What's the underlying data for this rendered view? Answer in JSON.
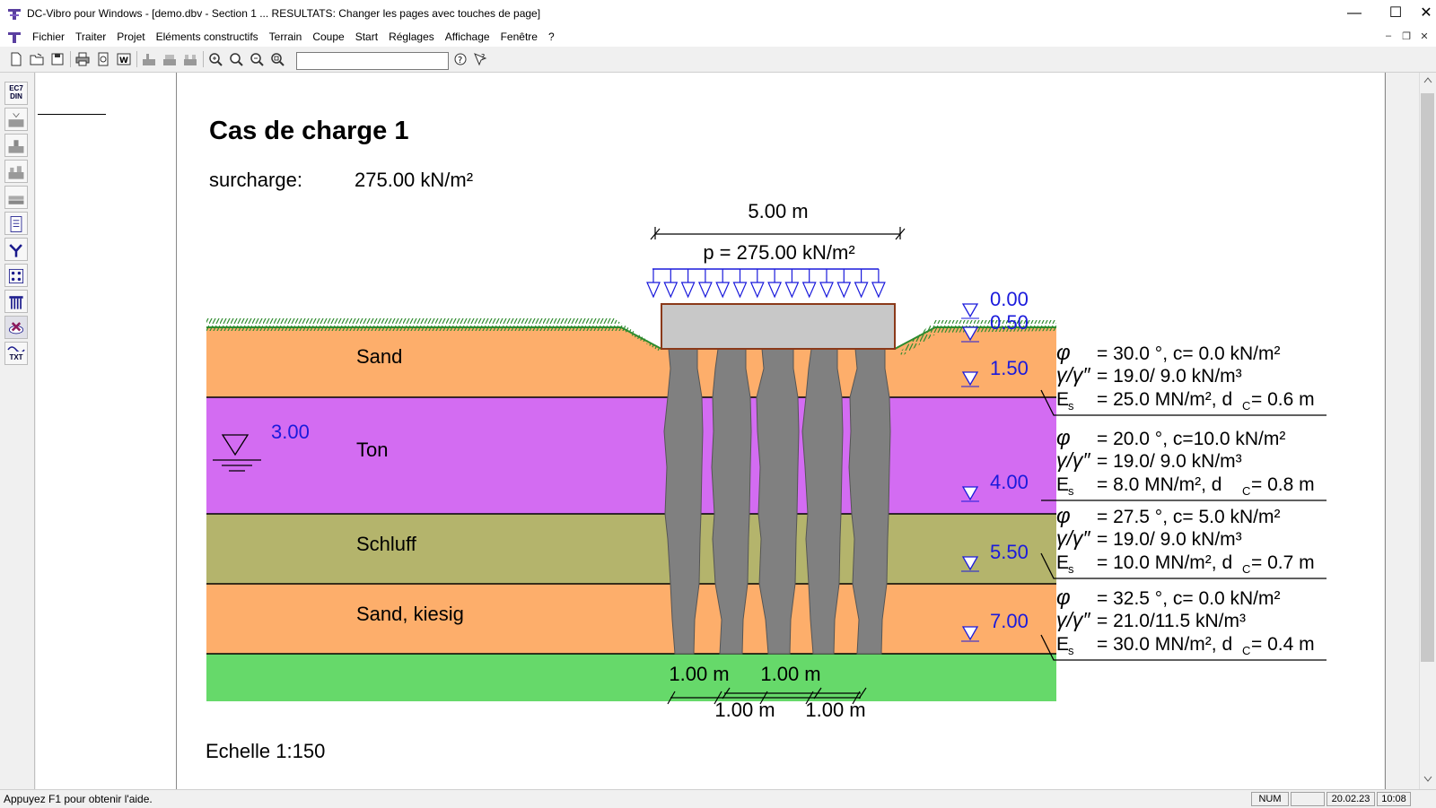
{
  "window": {
    "title": "DC-Vibro pour Windows - [demo.dbv - Section 1 ... RESULTATS: Changer les pages avec touches de page]",
    "minimize": "—",
    "maximize": "☐",
    "close": "✕"
  },
  "menu": {
    "items": [
      "Fichier",
      "Traiter",
      "Projet",
      "Eléments constructifs",
      "Terrain",
      "Coupe",
      "Start",
      "Réglages",
      "Affichage",
      "Fenêtre",
      "?"
    ],
    "mdi_minimize": "–",
    "mdi_restore": "❐",
    "mdi_close": "✕"
  },
  "toolbar": {
    "search_value": "",
    "icons": [
      "new-icon",
      "open-icon",
      "save-icon",
      "print-icon",
      "print-preview-icon",
      "export-word-icon",
      "tool-a-icon",
      "tool-b-icon",
      "tool-c-icon",
      "zoom-in-icon",
      "zoom-region-icon",
      "zoom-out-icon",
      "zoom-fit-icon",
      "help-icon",
      "context-help-icon"
    ]
  },
  "left_tools": {
    "ec7_label_1": "EC7",
    "ec7_label_2": "DIN",
    "txt_label": "TXT"
  },
  "drawing": {
    "heading": "Cas de charge 1",
    "surcharge_label": "surcharge:",
    "surcharge_value": "275.00 kN/m²",
    "width_dim": "5.00 m",
    "load_label": "p = 275.00 kN/m²",
    "scale": "Echelle 1:150",
    "water_level": "3.00",
    "spacing_top_1": "1.00 m",
    "spacing_top_2": "1.00 m",
    "spacing_bottom_1": "1.00 m",
    "spacing_bottom_2": "1.00 m",
    "levels": [
      "0.00",
      "0.50",
      "1.50",
      "4.00",
      "5.50",
      "7.00"
    ],
    "layers": [
      {
        "name": "Sand",
        "phi": "= 30.0 °, c= 0.0 kN/m²",
        "gamma": "= 19.0/ 9.0 kN/m³",
        "es": "= 25.0 MN/m², d",
        "dc": "= 0.6 m",
        "color": "#fdae6b"
      },
      {
        "name": "Ton",
        "phi": "= 20.0 °, c=10.0 kN/m²",
        "gamma": "= 19.0/ 9.0 kN/m³",
        "es": "=  8.0 MN/m², d",
        "dc": "= 0.8 m",
        "color": "#d36cf2"
      },
      {
        "name": "Schluff",
        "phi": "= 27.5 °, c= 5.0 kN/m²",
        "gamma": "= 19.0/ 9.0 kN/m³",
        "es": "= 10.0 MN/m², d",
        "dc": "= 0.7 m",
        "color": "#b4b46c"
      },
      {
        "name": "Sand, kiesig",
        "phi": "= 32.5 °, c= 0.0 kN/m²",
        "gamma": "= 21.0/11.5 kN/m³",
        "es": "= 30.0 MN/m², d",
        "dc": "= 0.4 m",
        "color": "#fdae6b"
      }
    ],
    "symbols": {
      "phi": "φ",
      "gamma": "γ/γ″",
      "es": "E",
      "es_sub": "s",
      "dc_sub": "C"
    },
    "base_color": "#66d96a",
    "column_color": "#808080",
    "load_color": "#1a1adc",
    "level_color": "#1a1adc"
  },
  "status": {
    "help_text": "Appuyez F1 pour obtenir l'aide.",
    "num": "NUM",
    "date": "20.02.23",
    "time": "10:08"
  }
}
